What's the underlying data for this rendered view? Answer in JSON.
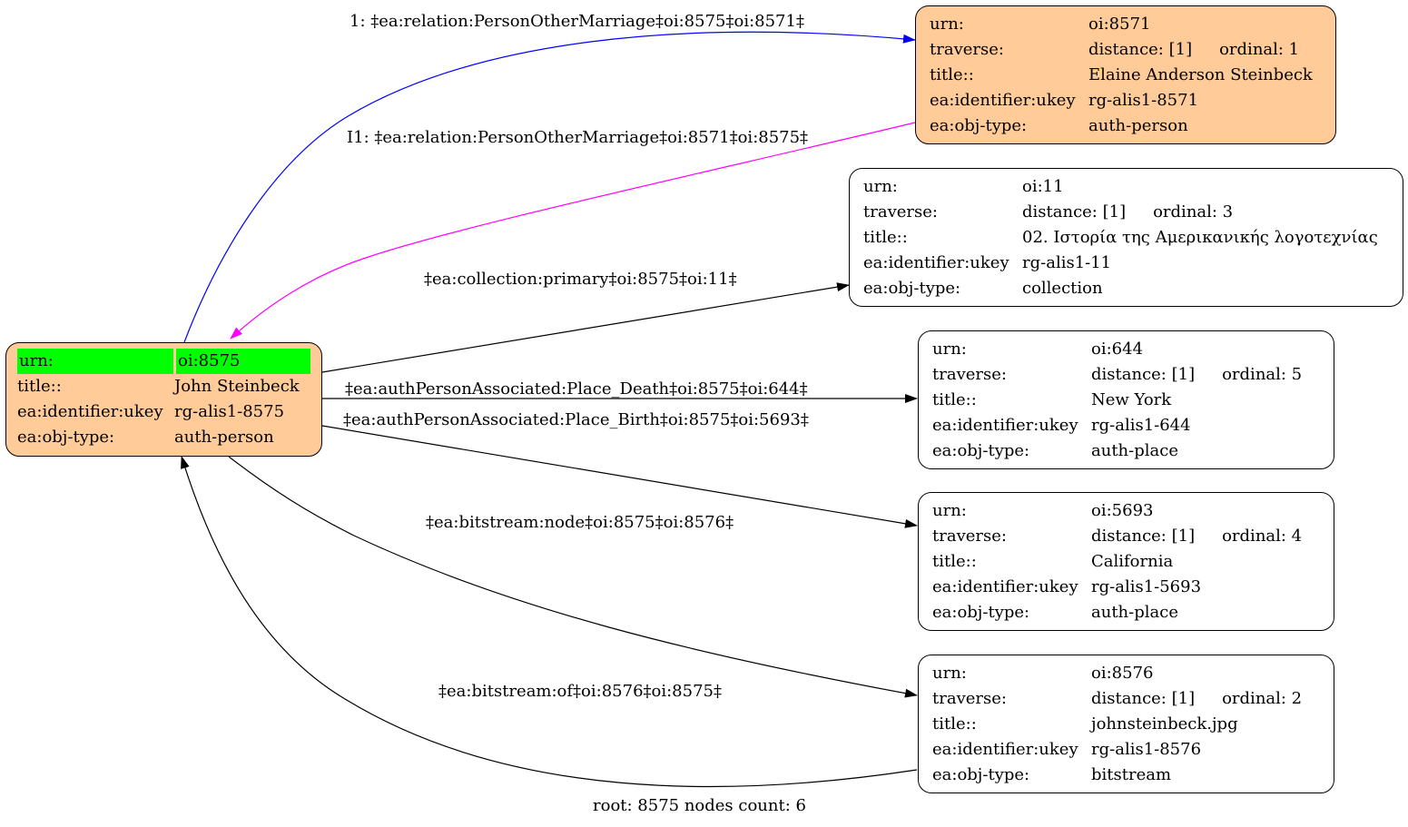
{
  "root_node": {
    "urn_key": "urn:",
    "urn": "oi:8575",
    "title_key": "title::",
    "title": "John Steinbeck",
    "ukey_key": "ea:identifier:ukey",
    "ukey": "rg-alis1-8575",
    "type_key": "ea:obj-type:",
    "type": "auth-person"
  },
  "nodes": [
    {
      "urn_key": "urn:",
      "urn": "oi:8571",
      "traverse_key": "traverse:",
      "distance": "distance: [1]",
      "ordinal": "ordinal: 1",
      "title_key": "title::",
      "title": "Elaine Anderson Steinbeck",
      "ukey_key": "ea:identifier:ukey",
      "ukey": "rg-alis1-8571",
      "type_key": "ea:obj-type:",
      "type": "auth-person"
    },
    {
      "urn_key": "urn:",
      "urn": "oi:11",
      "traverse_key": "traverse:",
      "distance": "distance: [1]",
      "ordinal": "ordinal: 3",
      "title_key": "title::",
      "title": "02. Ιστορία της Αμερικανικής λογοτεχνίας",
      "ukey_key": "ea:identifier:ukey",
      "ukey": "rg-alis1-11",
      "type_key": "ea:obj-type:",
      "type": "collection"
    },
    {
      "urn_key": "urn:",
      "urn": "oi:644",
      "traverse_key": "traverse:",
      "distance": "distance: [1]",
      "ordinal": "ordinal: 5",
      "title_key": "title::",
      "title": "New York",
      "ukey_key": "ea:identifier:ukey",
      "ukey": "rg-alis1-644",
      "type_key": "ea:obj-type:",
      "type": "auth-place"
    },
    {
      "urn_key": "urn:",
      "urn": "oi:5693",
      "traverse_key": "traverse:",
      "distance": "distance: [1]",
      "ordinal": "ordinal: 4",
      "title_key": "title::",
      "title": "California",
      "ukey_key": "ea:identifier:ukey",
      "ukey": "rg-alis1-5693",
      "type_key": "ea:obj-type:",
      "type": "auth-place"
    },
    {
      "urn_key": "urn:",
      "urn": "oi:8576",
      "traverse_key": "traverse:",
      "distance": "distance: [1]",
      "ordinal": "ordinal: 2",
      "title_key": "title::",
      "title": "johnsteinbeck.jpg",
      "ukey_key": "ea:identifier:ukey",
      "ukey": "rg-alis1-8576",
      "type_key": "ea:obj-type:",
      "type": "bitstream"
    }
  ],
  "edges": [
    {
      "label": "1: ‡ea:relation:PersonOtherMarriage‡oi:8575‡oi:8571‡",
      "color": "#0000ff"
    },
    {
      "label": "I1: ‡ea:relation:PersonOtherMarriage‡oi:8571‡oi:8575‡",
      "color": "#ff00ff"
    },
    {
      "label": "‡ea:collection:primary‡oi:8575‡oi:11‡",
      "color": "#000000"
    },
    {
      "label": "‡ea:authPersonAssociated:Place_Death‡oi:8575‡oi:644‡",
      "color": "#000000"
    },
    {
      "label": "‡ea:authPersonAssociated:Place_Birth‡oi:8575‡oi:5693‡",
      "color": "#000000"
    },
    {
      "label": "‡ea:bitstream:node‡oi:8575‡oi:8576‡",
      "color": "#000000"
    },
    {
      "label": "‡ea:bitstream:of‡oi:8576‡oi:8575‡",
      "color": "#000000"
    }
  ],
  "highlight_color": "#00ff00",
  "node_fill_color": "#ffcc99",
  "footer": "root: 8575 nodes count: 6"
}
